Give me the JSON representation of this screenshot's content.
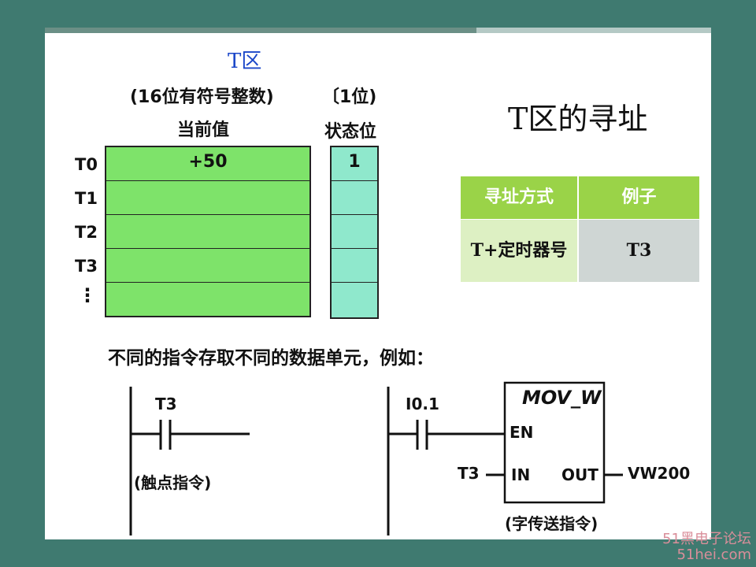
{
  "title": "T区",
  "labels": {
    "current_value_type": "(16位有符号整数)",
    "status_bit_type": "〔1位)",
    "current_value": "当前值",
    "status_bit": "状态位"
  },
  "heading": "T区的寻址",
  "rows": [
    {
      "label": "T0",
      "value": "+50",
      "status": "1"
    },
    {
      "label": "T1",
      "value": "",
      "status": ""
    },
    {
      "label": "T2",
      "value": "",
      "status": ""
    },
    {
      "label": "T3",
      "value": "",
      "status": ""
    },
    {
      "label": "⋮",
      "value": "",
      "status": ""
    }
  ],
  "address_table": {
    "headers": [
      "寻址方式",
      "例子"
    ],
    "row": [
      "T+定时器号",
      "T3"
    ],
    "colors": {
      "header": "#9ad348",
      "cell_left": "#ddf0c3",
      "cell_right": "#cfd6d4"
    }
  },
  "sentence": "不同的指令存取不同的数据单元，例如：",
  "ladder1": {
    "contact": "T3",
    "caption": "(触点指令)"
  },
  "ladder2": {
    "contact": "I0.1",
    "box_title": "MOV_W",
    "en": "EN",
    "in_label": "IN",
    "out_label": "OUT",
    "in_operand": "T3",
    "out_operand": "VW200",
    "caption": "(字传送指令)"
  },
  "watermark": {
    "line1": "51黑电子论坛",
    "line2": "51hei.com"
  },
  "colors": {
    "green_table": "#7ee36a",
    "cyan_table": "#8fe8cc",
    "background": "#3f7a70"
  }
}
